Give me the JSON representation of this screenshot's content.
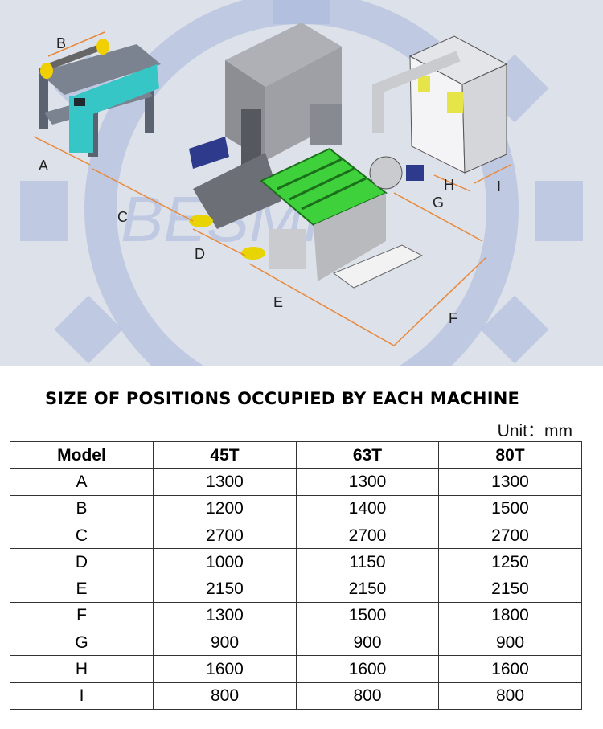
{
  "illustration": {
    "dimension_labels": [
      "A",
      "B",
      "C",
      "D",
      "E",
      "F",
      "G",
      "H",
      "I"
    ],
    "watermark": "BESMI"
  },
  "title": "SIZE OF POSITIONS OCCUPIED BY EACH MACHINE",
  "unit": "Unit：mm",
  "table": {
    "headers": [
      "Model",
      "45T",
      "63T",
      "80T"
    ],
    "rows": [
      [
        "A",
        "1300",
        "1300",
        "1300"
      ],
      [
        "B",
        "1200",
        "1400",
        "1500"
      ],
      [
        "C",
        "2700",
        "2700",
        "2700"
      ],
      [
        "D",
        "1000",
        "1150",
        "1250"
      ],
      [
        "E",
        "2150",
        "2150",
        "2150"
      ],
      [
        "F",
        "1300",
        "1500",
        "1800"
      ],
      [
        "G",
        "900",
        "900",
        "900"
      ],
      [
        "H",
        "1600",
        "1600",
        "1600"
      ],
      [
        "I",
        "800",
        "800",
        "800"
      ]
    ]
  },
  "colors": {
    "dimension_line": "#e8883a",
    "feeder_accent": "#37c6c6",
    "conveyor_green": "#3fd13c",
    "machine_gray": "#8c8e93",
    "watermark": "#9fb0d6"
  }
}
